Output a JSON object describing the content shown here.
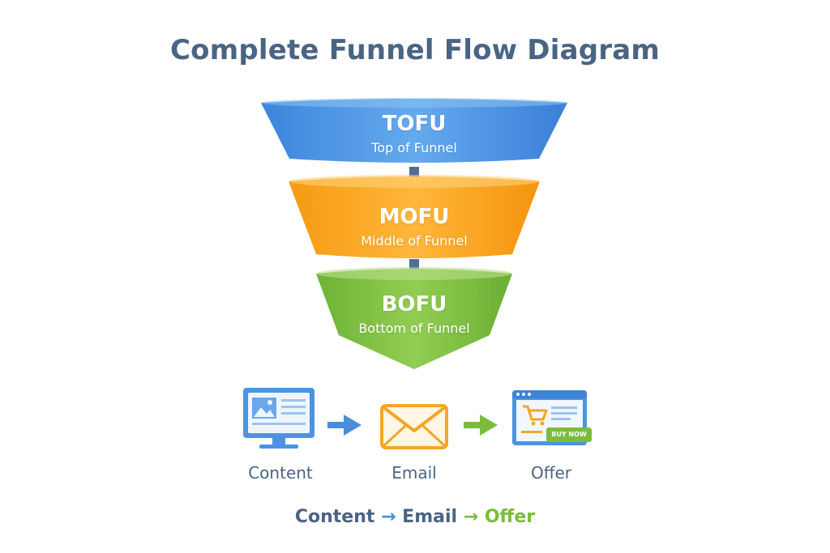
{
  "title": "Complete Funnel Flow Diagram",
  "stages": [
    {
      "code": "TOFU",
      "description": "Top of Funnel",
      "color": "#4a8fe0"
    },
    {
      "code": "MOFU",
      "description": "Middle of Funnel",
      "color": "#f7a21b"
    },
    {
      "code": "BOFU",
      "description": "Bottom of Funnel",
      "color": "#7cbd3f"
    }
  ],
  "flow": [
    {
      "label": "Content",
      "icon": "monitor-icon"
    },
    {
      "label": "Email",
      "icon": "envelope-icon"
    },
    {
      "label": "Offer",
      "icon": "shopping-page-icon",
      "badge": "BUY NOW"
    }
  ],
  "summary": {
    "step1": "Content",
    "arrow1": "→",
    "step2": "Email",
    "arrow2": "→",
    "step3": "Offer"
  },
  "colors": {
    "title": "#4a6483",
    "blue": "#4a8fe0",
    "orange": "#f7a21b",
    "green": "#7cbd3f"
  }
}
